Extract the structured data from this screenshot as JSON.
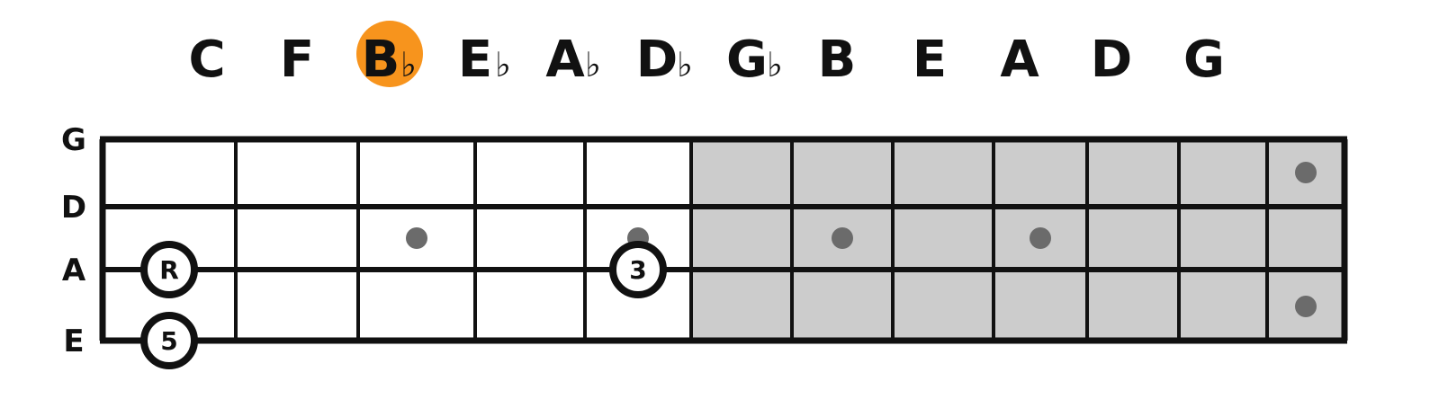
{
  "circle_of_fourths": {
    "notes": [
      {
        "letter": "C",
        "accidental": ""
      },
      {
        "letter": "F",
        "accidental": ""
      },
      {
        "letter": "B",
        "accidental": "♭"
      },
      {
        "letter": "E",
        "accidental": "♭"
      },
      {
        "letter": "A",
        "accidental": "♭"
      },
      {
        "letter": "D",
        "accidental": "♭"
      },
      {
        "letter": "G",
        "accidental": "♭"
      },
      {
        "letter": "B",
        "accidental": ""
      },
      {
        "letter": "E",
        "accidental": ""
      },
      {
        "letter": "A",
        "accidental": ""
      },
      {
        "letter": "D",
        "accidental": ""
      },
      {
        "letter": "G",
        "accidental": ""
      }
    ],
    "highlighted_index": 2,
    "highlight_color": "#F7941D"
  },
  "fretboard": {
    "strings": [
      "G",
      "D",
      "A",
      "E"
    ],
    "fret_count": 12,
    "shaded_from_fret": 6,
    "shade_color": "#CCCCCC",
    "inlay_color": "#6B6B6B",
    "inlays": [
      {
        "string_index": 0,
        "fret": 12
      },
      {
        "string_index": 1,
        "fret": 3
      },
      {
        "string_index": 1,
        "fret": 5
      },
      {
        "string_index": 1,
        "fret": 7
      },
      {
        "string_index": 1,
        "fret": 9
      },
      {
        "string_index": 2,
        "fret": 12
      }
    ],
    "markers": [
      {
        "string": "A",
        "fret": 1,
        "label": "R"
      },
      {
        "string": "A",
        "fret": 5,
        "label": "3"
      },
      {
        "string": "E",
        "fret": 1,
        "label": "5"
      }
    ]
  }
}
